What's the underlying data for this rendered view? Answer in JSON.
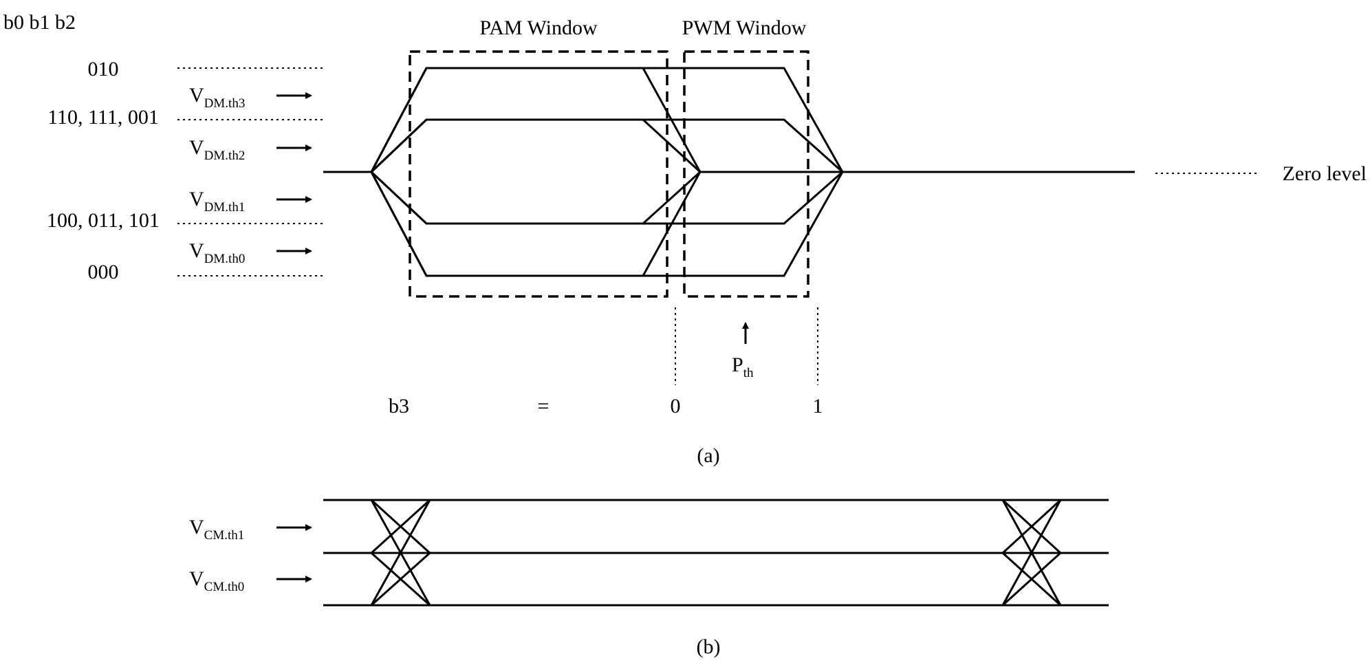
{
  "header": {
    "bits_label": "b0 b1 b2"
  },
  "levels": [
    {
      "code": "010"
    },
    {
      "code": "110, 111, 001"
    },
    {
      "code": "100, 011, 101"
    },
    {
      "code": "000"
    }
  ],
  "dm_thresholds": [
    {
      "base": "V",
      "sub": "DM.th3"
    },
    {
      "base": "V",
      "sub": "DM.th2"
    },
    {
      "base": "V",
      "sub": "DM.th1"
    },
    {
      "base": "V",
      "sub": "DM.th0"
    }
  ],
  "windows": {
    "pam": "PAM Window",
    "pwm": "PWM Window"
  },
  "zero_level": "Zero level",
  "pth": {
    "base": "P",
    "sub": "th"
  },
  "b3_row": {
    "label": "b3",
    "equals": "=",
    "zero": "0",
    "one": "1"
  },
  "captions": {
    "a": "(a)",
    "b": "(b)"
  },
  "cm_thresholds": [
    {
      "base": "V",
      "sub": "CM.th1"
    },
    {
      "base": "V",
      "sub": "CM.th0"
    }
  ]
}
